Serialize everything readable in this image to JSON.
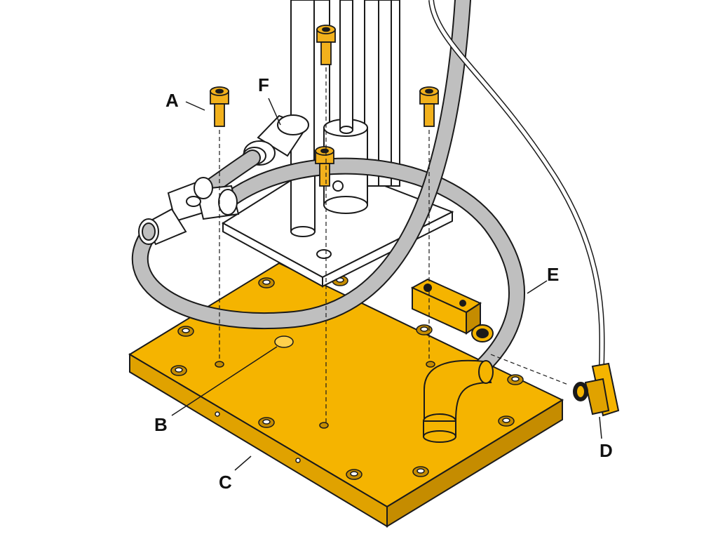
{
  "diagram": {
    "callouts": {
      "a": "A",
      "b": "B",
      "c": "C",
      "d": "D",
      "e": "E",
      "f": "F"
    },
    "colors": {
      "plate": "#F5B400",
      "plate_side": "#E0A200",
      "plate_dark": "#C58C00",
      "outline": "#1a1a1a",
      "metal": "#ffffff",
      "hose": "#BFBFBF",
      "hose_dark": "#8f8f8f",
      "screw": "#F2B11C"
    }
  }
}
